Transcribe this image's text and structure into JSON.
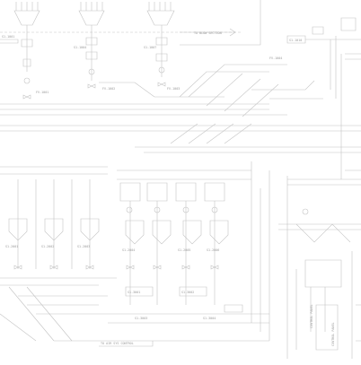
{
  "drawing": {
    "line_color": "#c4c4c4",
    "text_color": "#9a9a9a",
    "background": "#ffffff"
  },
  "labels": {
    "ref_top_right": "TO BLOW SECTION",
    "ref_bottom": "TO AIR SYS CONTROL",
    "tag_a": "S1-1001",
    "tag_b": "S1-1004",
    "tag_c": "S1-1007",
    "tag_d": "S1-1010",
    "tag_e": "FV-1001",
    "tag_f": "FV-1002",
    "tag_g": "FV-1003",
    "tag_h": "FV-1004",
    "tag_i": "S1-2001",
    "tag_j": "S1-2002",
    "tag_k": "S1-2003",
    "tag_l": "S1-2004",
    "tag_m": "S1-2005",
    "tag_n": "S1-2006",
    "tag_o": "S1-3001",
    "tag_p": "S1-3002",
    "tag_q": "S1-3003",
    "tag_r": "S1-3004",
    "side_1": "CONTROL PANEL",
    "side_2": "CONTROL PANEL"
  }
}
